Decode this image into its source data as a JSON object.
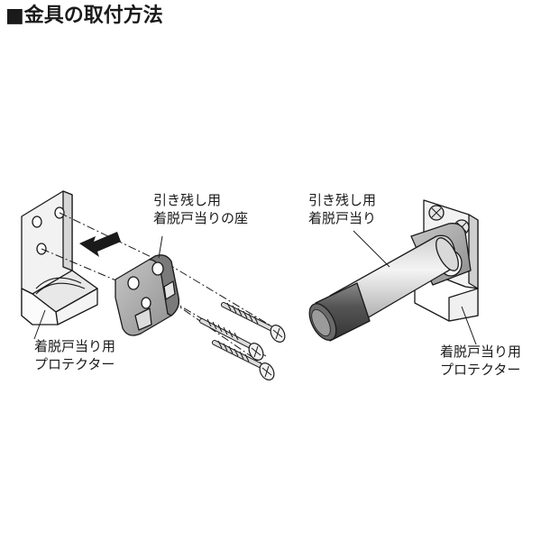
{
  "title": "■金具の取付方法",
  "labels": {
    "left_protector_line1": "着脱戸当り用",
    "left_protector_line2": "プロテクター",
    "seat_line1": "引き残し用",
    "seat_line2": "着脱戸当りの座",
    "stopper_line1": "引き残し用",
    "stopper_line2": "着脱戸当り",
    "right_protector_line1": "着脱戸当り用",
    "right_protector_line2": "プロテクター"
  },
  "colors": {
    "outline": "#1a1a1a",
    "light_gray": "#ececec",
    "mid_gray": "#b4b4b4",
    "dark_gray": "#5a5a5a"
  }
}
